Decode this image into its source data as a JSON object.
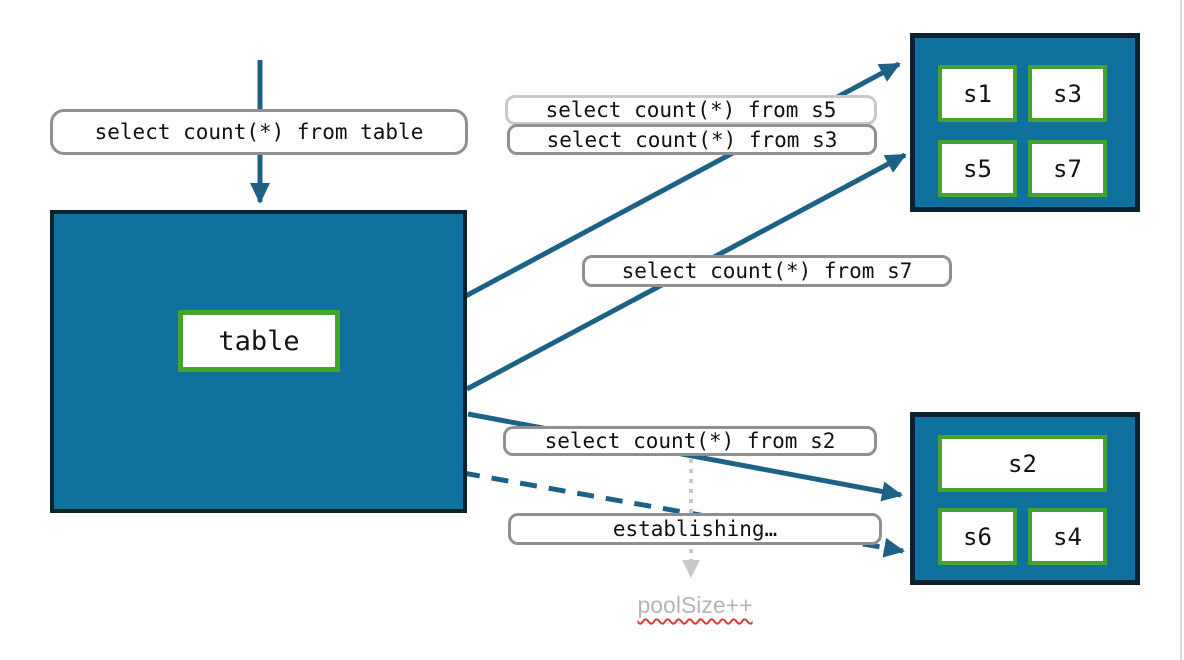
{
  "queries": {
    "from_table": "select count(*) from table",
    "from_s5": "select count(*) from s5",
    "from_s3": "select count(*) from s3",
    "from_s7": "select count(*) from s7",
    "from_s2": "select count(*) from s2"
  },
  "status": {
    "establishing": "establishing…",
    "pool_size": "poolSize++"
  },
  "source": {
    "label": "table"
  },
  "shards_top": {
    "items": [
      "s1",
      "s3",
      "s5",
      "s7"
    ]
  },
  "shards_bottom": {
    "items": [
      "s2",
      "s6",
      "s4"
    ]
  },
  "colors": {
    "container_fill": "#0f729e",
    "container_border": "#0a2130",
    "shard_border": "#47a32e",
    "arrow": "#1d6286",
    "pill_border": "#909090",
    "pill_border_light": "#c8c8c8",
    "dotted_arrow": "#c8c8c8",
    "muted_text": "#b5b5b5",
    "misspell_underline": "#e03c31"
  }
}
